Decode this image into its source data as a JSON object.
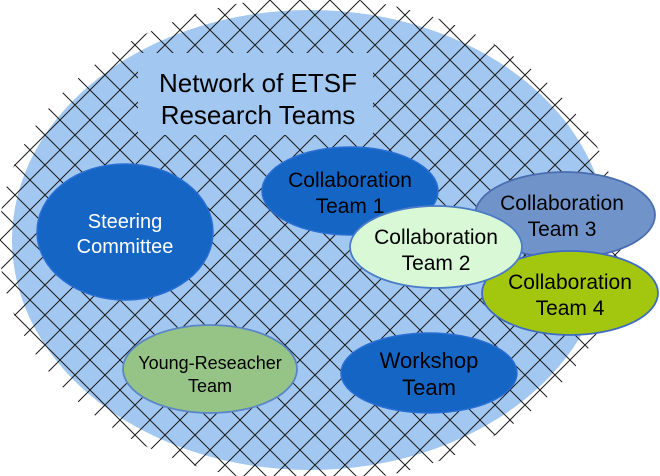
{
  "canvas": {
    "background": "#ffffff",
    "network_fill": "#a2c8f2",
    "hatch_color": "#1a1a1a"
  },
  "title": {
    "line1": "Network of ETSF",
    "line2": "Research Teams",
    "color": "#000000"
  },
  "teams": {
    "steering": {
      "line1": "Steering",
      "line2": "Committee",
      "fill": "#1565c4",
      "stroke": "#2a6fd4",
      "text_color": "#ffffff"
    },
    "collab1": {
      "line1": "Collaboration",
      "line2": "Team 1",
      "fill": "#1565c4",
      "stroke": "#2a6fd4",
      "text_color": "#000000"
    },
    "collab2": {
      "line1": "Collaboration",
      "line2": "Team 2",
      "fill": "#d9f8d6",
      "stroke": "#4a7cc7",
      "text_color": "#000000"
    },
    "collab3": {
      "line1": "Collaboration",
      "line2": "Team 3",
      "fill": "#7094ca",
      "stroke": "#4a6db0",
      "text_color": "#000000"
    },
    "collab4": {
      "line1": "Collaboration",
      "line2": "Team 4",
      "fill": "#a3c70f",
      "stroke": "#3f6cc0",
      "text_color": "#000000"
    },
    "young": {
      "line1": "Young-Reseacher",
      "line2": "Team",
      "fill": "#96c487",
      "stroke": "#5b86c7",
      "text_color": "#000000"
    },
    "workshop": {
      "line1": "Workshop",
      "line2": "Team",
      "fill": "#1565c4",
      "stroke": "#2a6fd4",
      "text_color": "#000000"
    }
  }
}
